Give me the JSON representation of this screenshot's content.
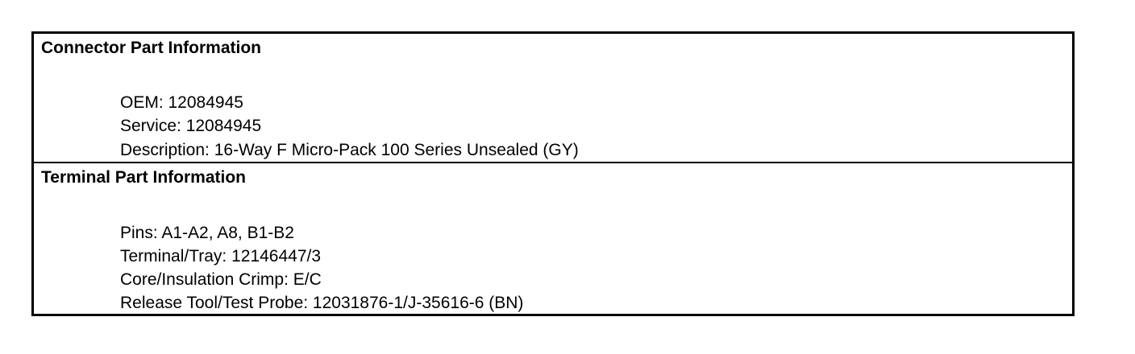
{
  "connector": {
    "heading": "Connector Part Information",
    "lines": [
      "OEM: 12084945",
      "Service: 12084945",
      "Description: 16-Way F Micro-Pack 100 Series Unsealed (GY)"
    ]
  },
  "terminal": {
    "heading": "Terminal Part Information",
    "lines": [
      "Pins: A1-A2, A8, B1-B2",
      "Terminal/Tray: 12146447/3",
      "Core/Insulation Crimp: E/C",
      "Release Tool/Test Probe: 12031876-1/J-35616-6 (BN)"
    ]
  }
}
